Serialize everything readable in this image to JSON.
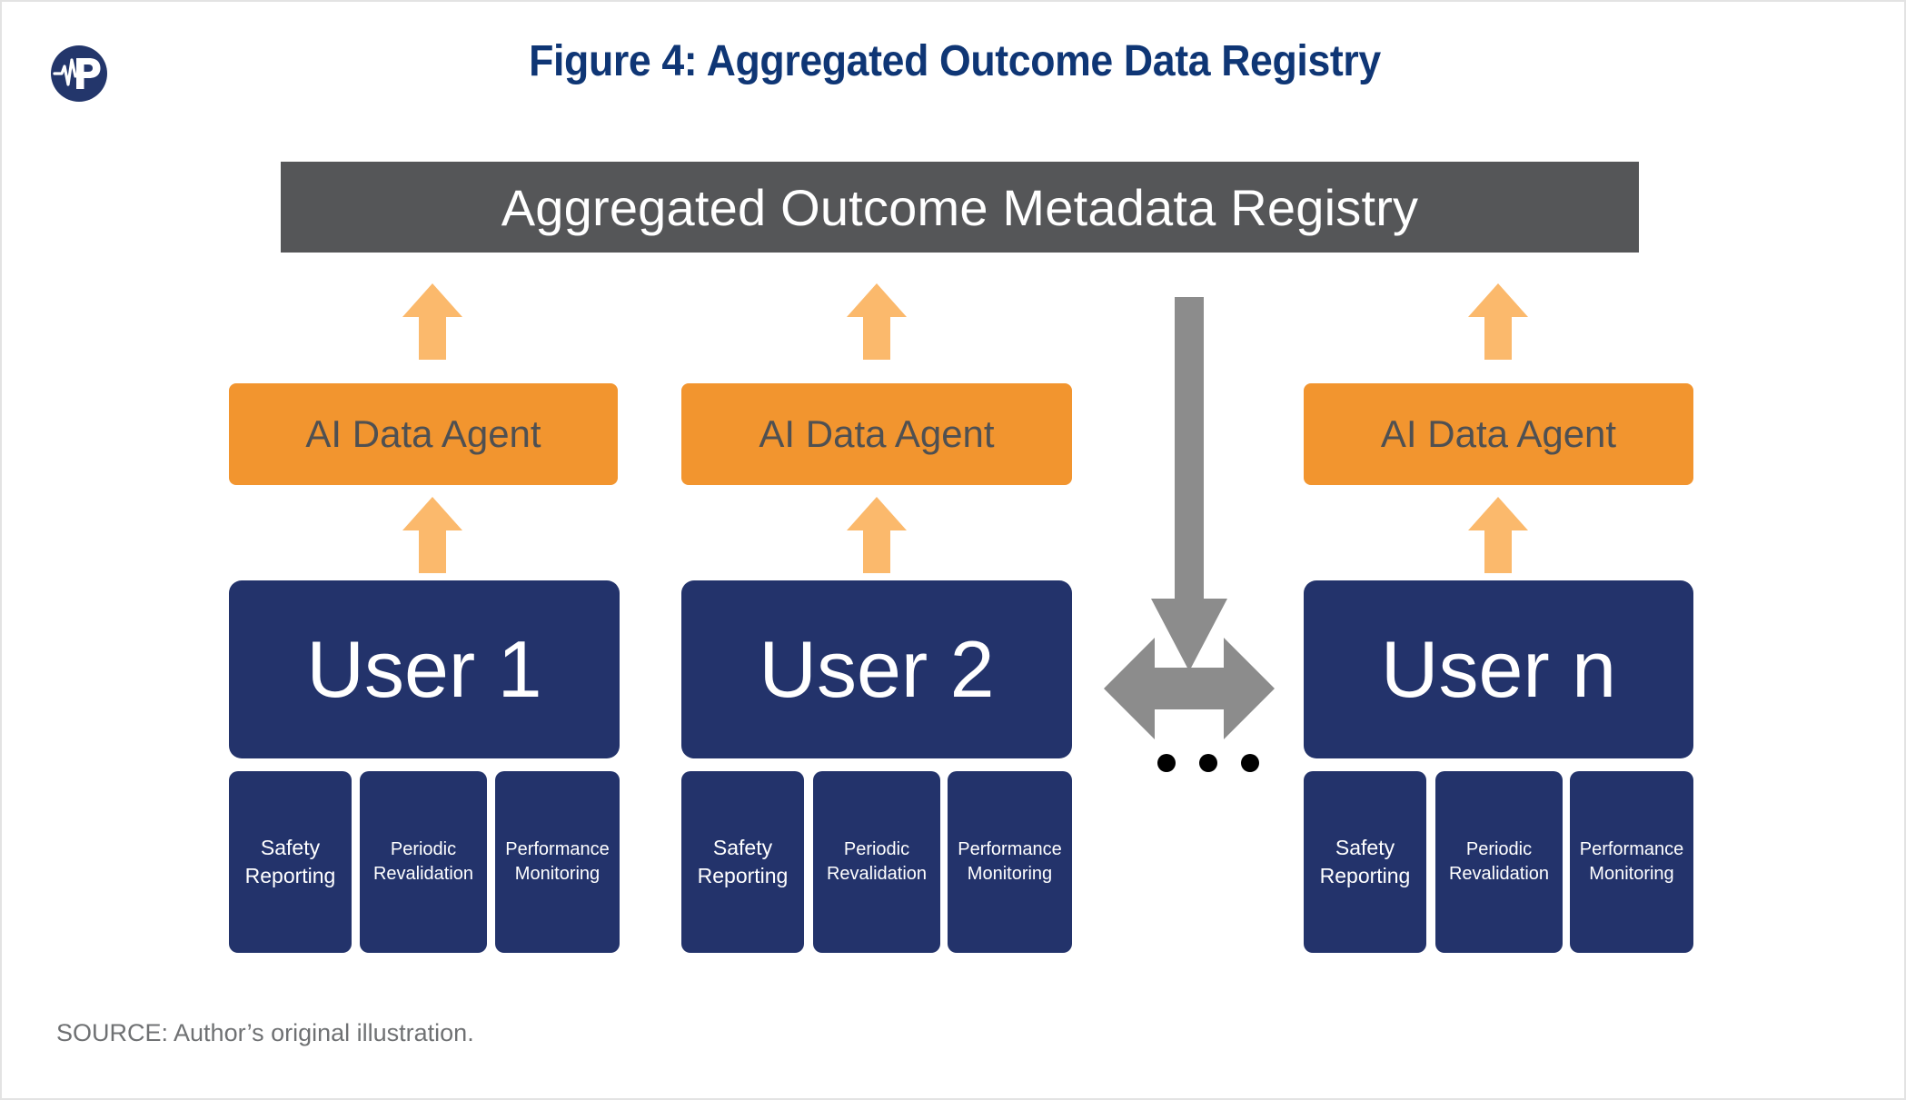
{
  "page": {
    "background": "#ffffff",
    "border_color": "#e3e3e3"
  },
  "logo": {
    "name": "pulse-p-logo",
    "circle_color": "#23366b",
    "mark_color": "#ffffff"
  },
  "title": {
    "text": "Figure 4: Aggregated Outcome Data Registry",
    "color": "#0f3675"
  },
  "registry": {
    "label": "Aggregated Outcome Metadata Registry",
    "bg": "#555658",
    "text_color": "#ffffff"
  },
  "colors": {
    "navy": "#23336b",
    "orange": "#f2952f",
    "light_orange": "#fbb96c",
    "gray_arrow": "#8c8c8c",
    "gray_bar": "#555658",
    "agent_text": "#4f5052",
    "source_text": "#6f7173"
  },
  "columns": [
    {
      "agent_label": "AI Data Agent",
      "user_label": "User 1",
      "sub_boxes": [
        {
          "line1": "Safety",
          "line2": "Reporting",
          "size": "large"
        },
        {
          "line1": "Periodic",
          "line2": "Revalidation",
          "size": "small"
        },
        {
          "line1": "Performance",
          "line2": "Monitoring",
          "size": "small"
        }
      ]
    },
    {
      "agent_label": "AI Data Agent",
      "user_label": "User 2",
      "sub_boxes": [
        {
          "line1": "Safety",
          "line2": "Reporting",
          "size": "large"
        },
        {
          "line1": "Periodic",
          "line2": "Revalidation",
          "size": "small"
        },
        {
          "line1": "Performance",
          "line2": "Monitoring",
          "size": "small"
        }
      ]
    },
    {
      "agent_label": "AI Data Agent",
      "user_label": "User n",
      "sub_boxes": [
        {
          "line1": "Safety",
          "line2": "Reporting",
          "size": "large"
        },
        {
          "line1": "Periodic",
          "line2": "Revalidation",
          "size": "small"
        },
        {
          "line1": "Performance",
          "line2": "Monitoring",
          "size": "small"
        }
      ]
    }
  ],
  "middle": {
    "down_arrow_name": "registry-to-users-arrow",
    "bidirectional_arrow_name": "user-to-user-arrow",
    "ellipsis_name": "ellipsis-dots",
    "dot_count": 3
  },
  "source": {
    "text": "SOURCE: Author’s original illustration."
  }
}
